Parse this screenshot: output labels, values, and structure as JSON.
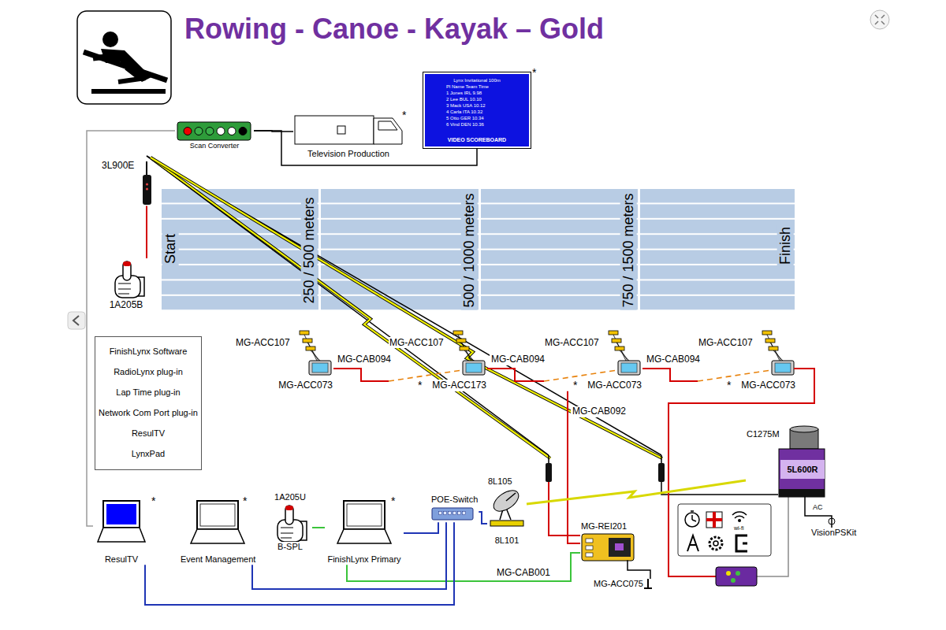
{
  "diagram": {
    "title": "Rowing - Canoe - Kayak – Gold",
    "nodes": [
      {
        "text": [
          "Scan Converter"
        ]
      },
      {
        "text": [
          "Television Production"
        ]
      },
      {
        "text": [
          "Lynx Invitational 100m",
          "Pl Name Team Time",
          "1 Jones IRL 9.98",
          "2 Lee BUL 10.10",
          "3 Mack USA 10.12",
          "4 Carla ITA 10.32",
          "5 Otto GER 10.34",
          "6 Vind DEN 10.36",
          "VIDEO SCOREBOARD"
        ]
      },
      {
        "text": [
          "3L900E"
        ]
      },
      {
        "text": [
          "1A205B"
        ]
      },
      {
        "text": [
          "FinishLynx Software",
          "RadioLynx plug-in",
          "Lap Time plug-in",
          "Network Com Port plug-in",
          "ResulTV",
          "LynxPad"
        ]
      },
      {
        "text": [
          "MG-ACC107",
          "MG-ACC073"
        ]
      },
      {
        "text": [
          "MG-ACC107",
          "MG-ACC173"
        ]
      },
      {
        "text": [
          "MG-ACC107",
          "MG-ACC073"
        ]
      },
      {
        "text": [
          "MG-ACC107",
          "MG-ACC073"
        ]
      },
      {
        "text": [
          "ResulTV"
        ]
      },
      {
        "text": [
          "Event Management"
        ]
      },
      {
        "text": [
          "1A205U",
          "B-SPL"
        ]
      },
      {
        "text": [
          "FinishLynx Primary"
        ]
      },
      {
        "text": [
          "POE-Switch"
        ]
      },
      {
        "text": [
          "8L105",
          "8L101"
        ]
      },
      {
        "text": [
          "MG-REI201"
        ]
      },
      {
        "text": [
          "MG-ACC075"
        ]
      },
      {
        "text": [
          "C1275M",
          "5L600R"
        ]
      },
      {
        "text": [
          "VisionPSKit"
        ]
      }
    ],
    "edges": [
      {
        "from": 0,
        "to": 1,
        "arrow": "none"
      },
      {
        "from": 0,
        "to": 2,
        "arrow": "none"
      },
      {
        "from": 0,
        "to": 10,
        "arrow": "none"
      },
      {
        "from": 3,
        "to": 4,
        "arrow": "none"
      },
      {
        "from": 6,
        "to": 7,
        "label": "MG-CAB094",
        "arrow": "none"
      },
      {
        "from": 7,
        "to": 8,
        "label": "MG-CAB094",
        "arrow": "none"
      },
      {
        "from": 8,
        "to": 9,
        "label": "MG-CAB094",
        "arrow": "none"
      },
      {
        "from": 8,
        "to": 16,
        "label": "MG-CAB092",
        "arrow": "none"
      },
      {
        "from": 16,
        "to": 13,
        "label": "MG-CAB001",
        "arrow": "none"
      },
      {
        "from": 12,
        "to": 13,
        "arrow": "none"
      },
      {
        "from": 13,
        "to": 14,
        "arrow": "none"
      },
      {
        "from": 11,
        "to": 14,
        "arrow": "none"
      },
      {
        "from": 10,
        "to": 14,
        "arrow": "none"
      },
      {
        "from": 15,
        "to": 14,
        "arrow": "none"
      },
      {
        "from": 15,
        "to": 18,
        "arrow": "none"
      },
      {
        "from": 16,
        "to": 17,
        "arrow": "none"
      },
      {
        "from": 18,
        "to": 19,
        "arrow": "none"
      }
    ],
    "labels": [
      "Start",
      "250 / 500 meters",
      "500 / 1000 meters",
      "750 / 1500 meters",
      "Finish",
      "*",
      "*",
      "*",
      "*",
      "*",
      "*",
      "*",
      "*",
      "wi-fi",
      "AC"
    ]
  }
}
